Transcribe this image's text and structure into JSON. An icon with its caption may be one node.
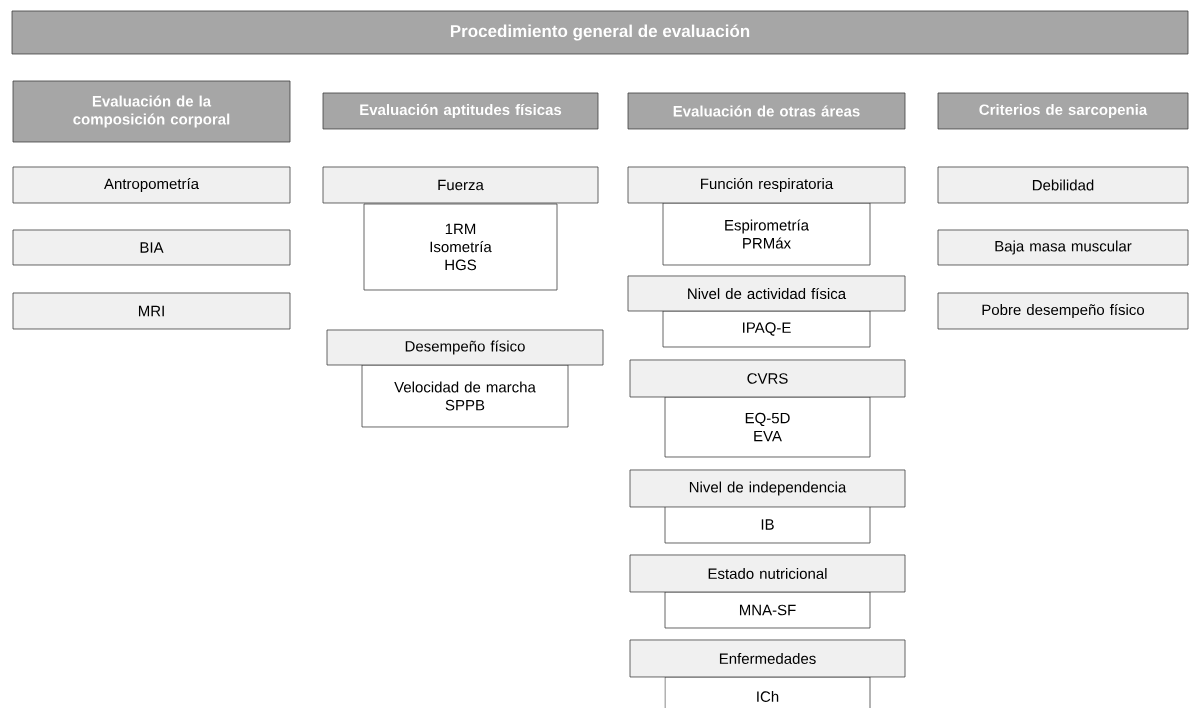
{
  "diagram": {
    "title": "Procedimiento general de evaluación",
    "nodes": [
      {
        "text": [
          "Evaluación de la composición corporal"
        ]
      },
      {
        "text": [
          "Antropometría"
        ]
      },
      {
        "text": [
          "BIA"
        ]
      },
      {
        "text": [
          "MRI"
        ]
      },
      {
        "text": [
          "Evaluación aptitudes físicas"
        ]
      },
      {
        "text": [
          "Fuerza"
        ]
      },
      {
        "text": [
          "1RM",
          "Isometría",
          "HGS"
        ]
      },
      {
        "text": [
          "Desempeño físico"
        ]
      },
      {
        "text": [
          "Velocidad de marcha",
          "SPPB"
        ]
      },
      {
        "text": [
          "Evaluación de otras áreas"
        ]
      },
      {
        "text": [
          "Función respiratoria"
        ]
      },
      {
        "text": [
          "Espirometría",
          "PRMáx"
        ]
      },
      {
        "text": [
          "Nivel de actividad física"
        ]
      },
      {
        "text": [
          "IPAQ-E"
        ]
      },
      {
        "text": [
          "CVRS"
        ]
      },
      {
        "text": [
          "EQ-5D",
          "EVA"
        ]
      },
      {
        "text": [
          "Nivel de independencia"
        ]
      },
      {
        "text": [
          "IB"
        ]
      },
      {
        "text": [
          "Estado nutricional"
        ]
      },
      {
        "text": [
          "MNA-SF"
        ]
      },
      {
        "text": [
          "Enfermedades"
        ]
      },
      {
        "text": [
          "ICh"
        ]
      },
      {
        "text": [
          "Criterios de sarcopenia"
        ]
      },
      {
        "text": [
          "Debilidad"
        ]
      },
      {
        "text": [
          "Baja masa muscular"
        ]
      },
      {
        "text": [
          "Pobre desempeño físico"
        ]
      }
    ]
  }
}
